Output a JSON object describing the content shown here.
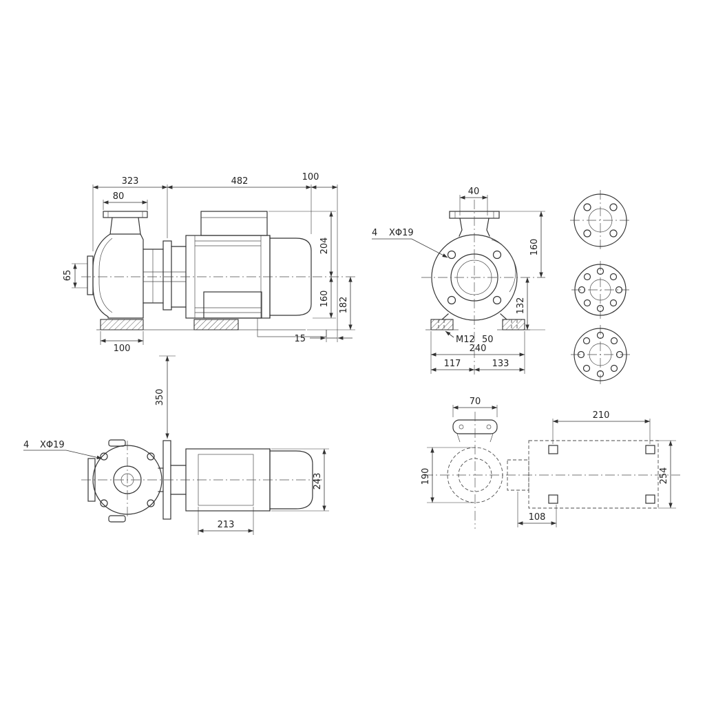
{
  "style": {
    "line_color": "#333333",
    "background": "#ffffff"
  },
  "side_view": {
    "dims": {
      "d80": "80",
      "d323": "323",
      "d482": "482",
      "d100_top": "100",
      "d65": "65",
      "d204": "204",
      "d160": "160",
      "d182": "182",
      "d100_bottom": "100",
      "d15": "15",
      "d350": "350"
    }
  },
  "front_view": {
    "dims": {
      "d40": "40",
      "bolt_count": "4",
      "bolt_hole": "XΦ19",
      "d160": "160",
      "d132": "132",
      "m12": "M12",
      "d50": "50",
      "d240": "240",
      "d117": "117",
      "d133": "133"
    }
  },
  "plan_view": {
    "dims": {
      "bolt_count": "4",
      "bolt_hole": "XΦ19",
      "d243": "243",
      "d213": "213"
    }
  },
  "baseplate_view": {
    "dims": {
      "d70": "70",
      "d210": "210",
      "d190": "190",
      "d254": "254",
      "d108": "108"
    }
  }
}
